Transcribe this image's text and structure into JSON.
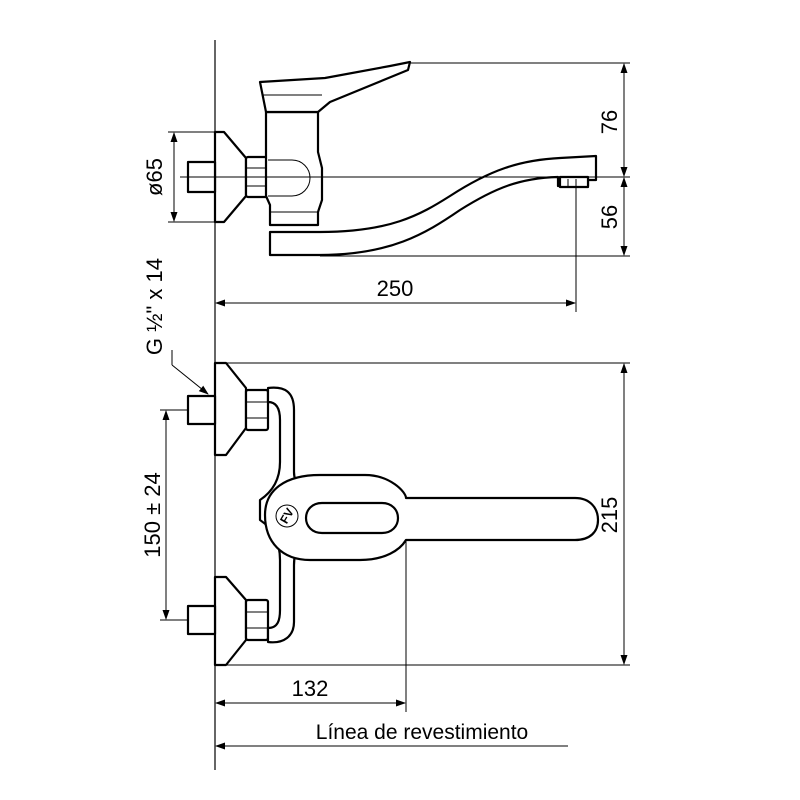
{
  "dimensions": {
    "spout_height_above": "76",
    "spout_height_below": "56",
    "flange_diameter": "ø65",
    "spout_reach": "250",
    "thread": "G ½\" x 14",
    "center_distance": "150 ± 24",
    "overall_height": "215",
    "handle_reach": "132"
  },
  "label": {
    "wall_line": "Línea de revestimiento"
  },
  "logo": "FV"
}
